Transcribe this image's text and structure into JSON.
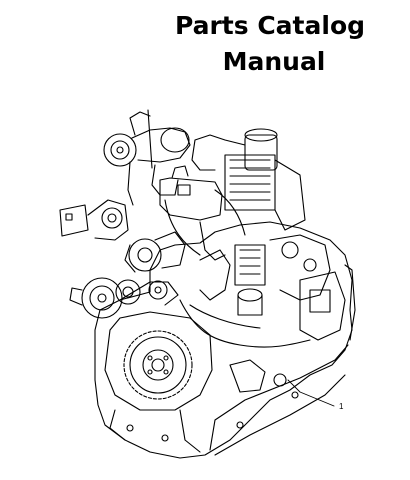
{
  "document": {
    "title_line1": "Parts Catalog",
    "title_line2": "Manual"
  },
  "illustration": {
    "icon": "engine-line-drawing",
    "callout_label": "1",
    "colors": {
      "stroke": "#000000",
      "background": "#ffffff"
    }
  }
}
